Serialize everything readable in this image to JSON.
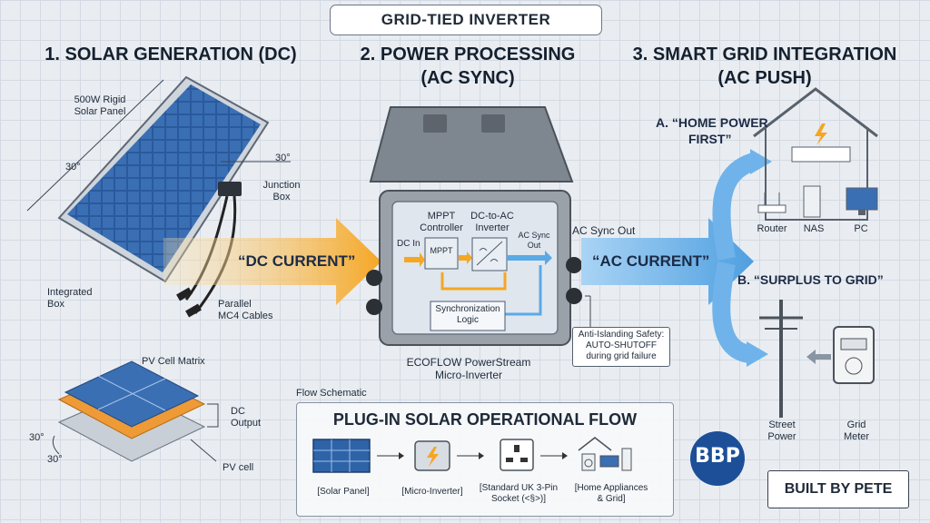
{
  "title": "GRID-TIED INVERTER",
  "sections": {
    "solar": "1. SOLAR GENERATION (DC)",
    "processing_l1": "2. POWER PROCESSING",
    "processing_l2": "(AC SYNC)",
    "grid_l1": "3. SMART GRID INTEGRATION",
    "grid_l2": "(AC PUSH)"
  },
  "panel": {
    "name_l1": "500W Rigid",
    "name_l2": "Solar Panel",
    "angle_left": "30°",
    "angle_right": "30°",
    "junction_l1": "Junction",
    "junction_l2": "Box",
    "integrated_l1": "Integrated",
    "integrated_l2": "Box",
    "cables_l1": "Parallel",
    "cables_l2": "MC4 Cables"
  },
  "dc_current": "“DC CURRENT”",
  "ac_current": "“AC CURRENT”",
  "inverter": {
    "mppt_l1": "MPPT",
    "mppt_l2": "Controller",
    "mppt_chip": "MPPT",
    "dcac_l1": "DC-to-AC",
    "dcac_l2": "Inverter",
    "dc_in": "DC In",
    "ac_sync_l1": "AC Sync",
    "ac_sync_l2": "Out",
    "sync_l1": "Synchronization",
    "sync_l2": "Logic",
    "ac_sync_out": "AC Sync Out",
    "name_l1": "ECOFLOW PowerStream",
    "name_l2": "Micro-Inverter"
  },
  "safety": {
    "l1": "Anti-Islanding Safety:",
    "l2": "AUTO-SHUTOFF",
    "l3": "during grid failure"
  },
  "home": {
    "title_l1": "A. “HOME POWER",
    "title_l2": "FIRST”",
    "router": "Router",
    "nas": "NAS",
    "pc": "PC"
  },
  "surplus": "B. “SURPLUS TO GRID”",
  "street_power_l1": "Street",
  "street_power_l2": "Power",
  "grid_meter_l1": "Grid",
  "grid_meter_l2": "Meter",
  "cell": {
    "matrix": "PV Cell Matrix",
    "dc_output_l1": "DC",
    "dc_output_l2": "Output",
    "angle_a": "30°",
    "angle_b": "30°",
    "pv_cell": "PV cell"
  },
  "flow": {
    "caption": "Flow Schematic",
    "title": "PLUG-IN SOLAR OPERATIONAL FLOW",
    "step1": "[Solar Panel]",
    "step2": "[Micro-Inverter]",
    "step3_l1": "[Standard UK 3-Pin",
    "step3_l2": "Socket (<§>)]",
    "step4_l1": "[Home Appliances",
    "step4_l2": "& Grid]"
  },
  "logo": "BBP",
  "built_by": "BUILT BY PETE",
  "colors": {
    "dc_arrow": "#f5a623",
    "ac_arrow": "#5aa9e6",
    "panel": "#1f4f8f",
    "inverter_body": "#8a9199"
  }
}
